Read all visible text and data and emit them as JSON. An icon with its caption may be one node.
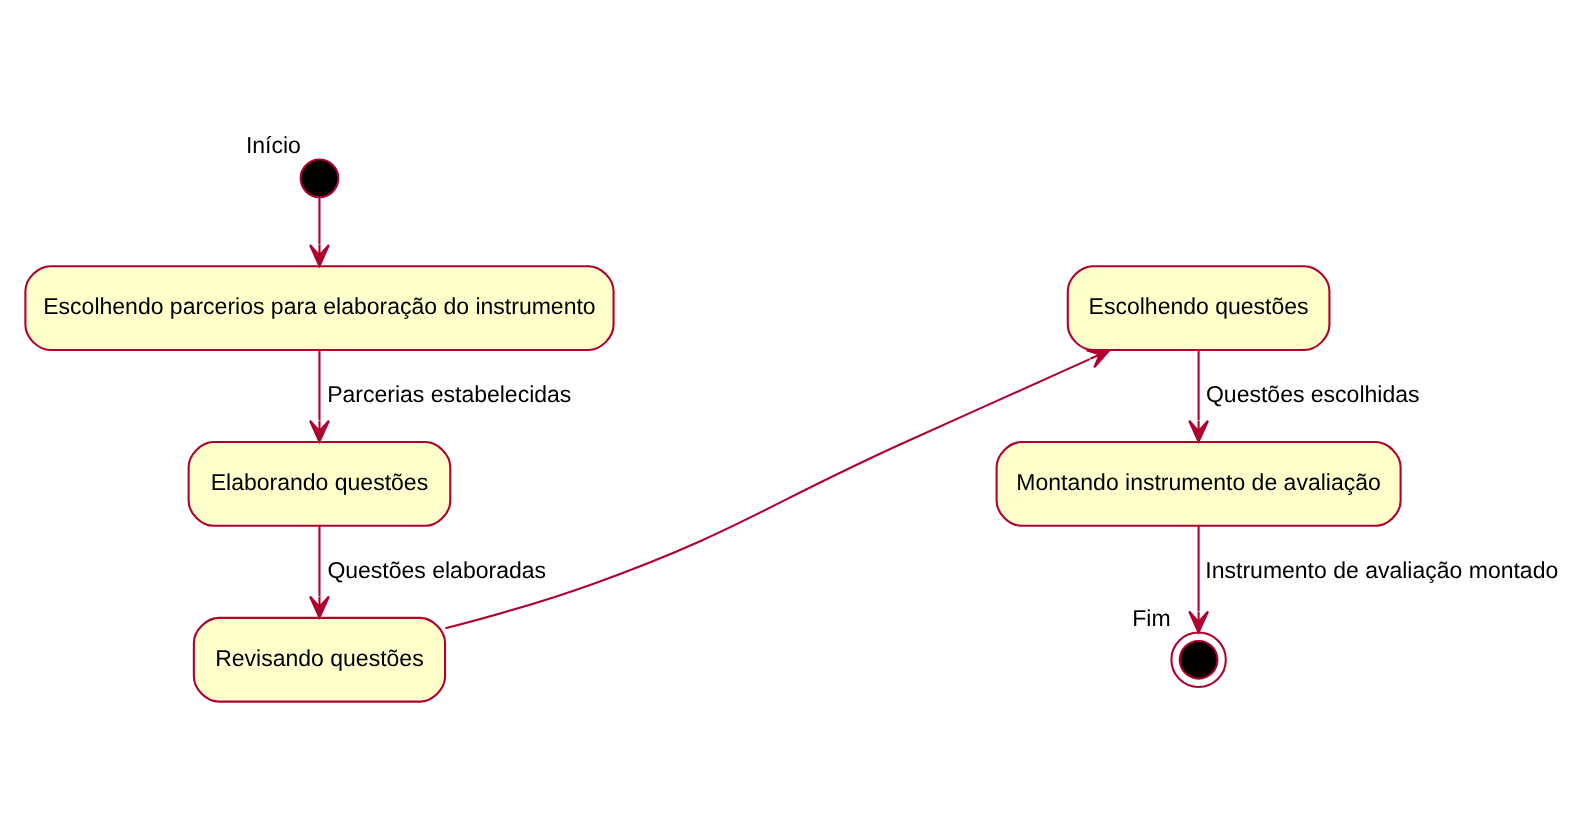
{
  "diagram": {
    "nodes": [
      {
        "text": [],
        "shape": "circle",
        "beside": [
          "Início"
        ]
      },
      {
        "text": [
          "Escolhendo parcerios para elaboração do instrumento"
        ]
      },
      {
        "text": [
          "Elaborando questões"
        ]
      },
      {
        "text": [
          "Revisando questões"
        ]
      },
      {
        "text": [
          "Escolhendo questões"
        ]
      },
      {
        "text": [
          "Montando instrumento de avaliação"
        ]
      },
      {
        "text": [],
        "shape": "circle",
        "beside": [
          "Fim"
        ]
      }
    ],
    "edges": [
      {
        "from": 0,
        "to": 1,
        "arrow": "to"
      },
      {
        "from": 1,
        "to": 2,
        "arrow": "to",
        "label": "Parcerias estabelecidas"
      },
      {
        "from": 2,
        "to": 3,
        "arrow": "to",
        "label": "Questões elaboradas"
      },
      {
        "from": 3,
        "to": 4,
        "arrow": "to"
      },
      {
        "from": 4,
        "to": 5,
        "arrow": "to",
        "label": "Questões escolhidas"
      },
      {
        "from": 5,
        "to": 6,
        "arrow": "to",
        "label": "Instrumento de avaliação montado"
      }
    ]
  }
}
